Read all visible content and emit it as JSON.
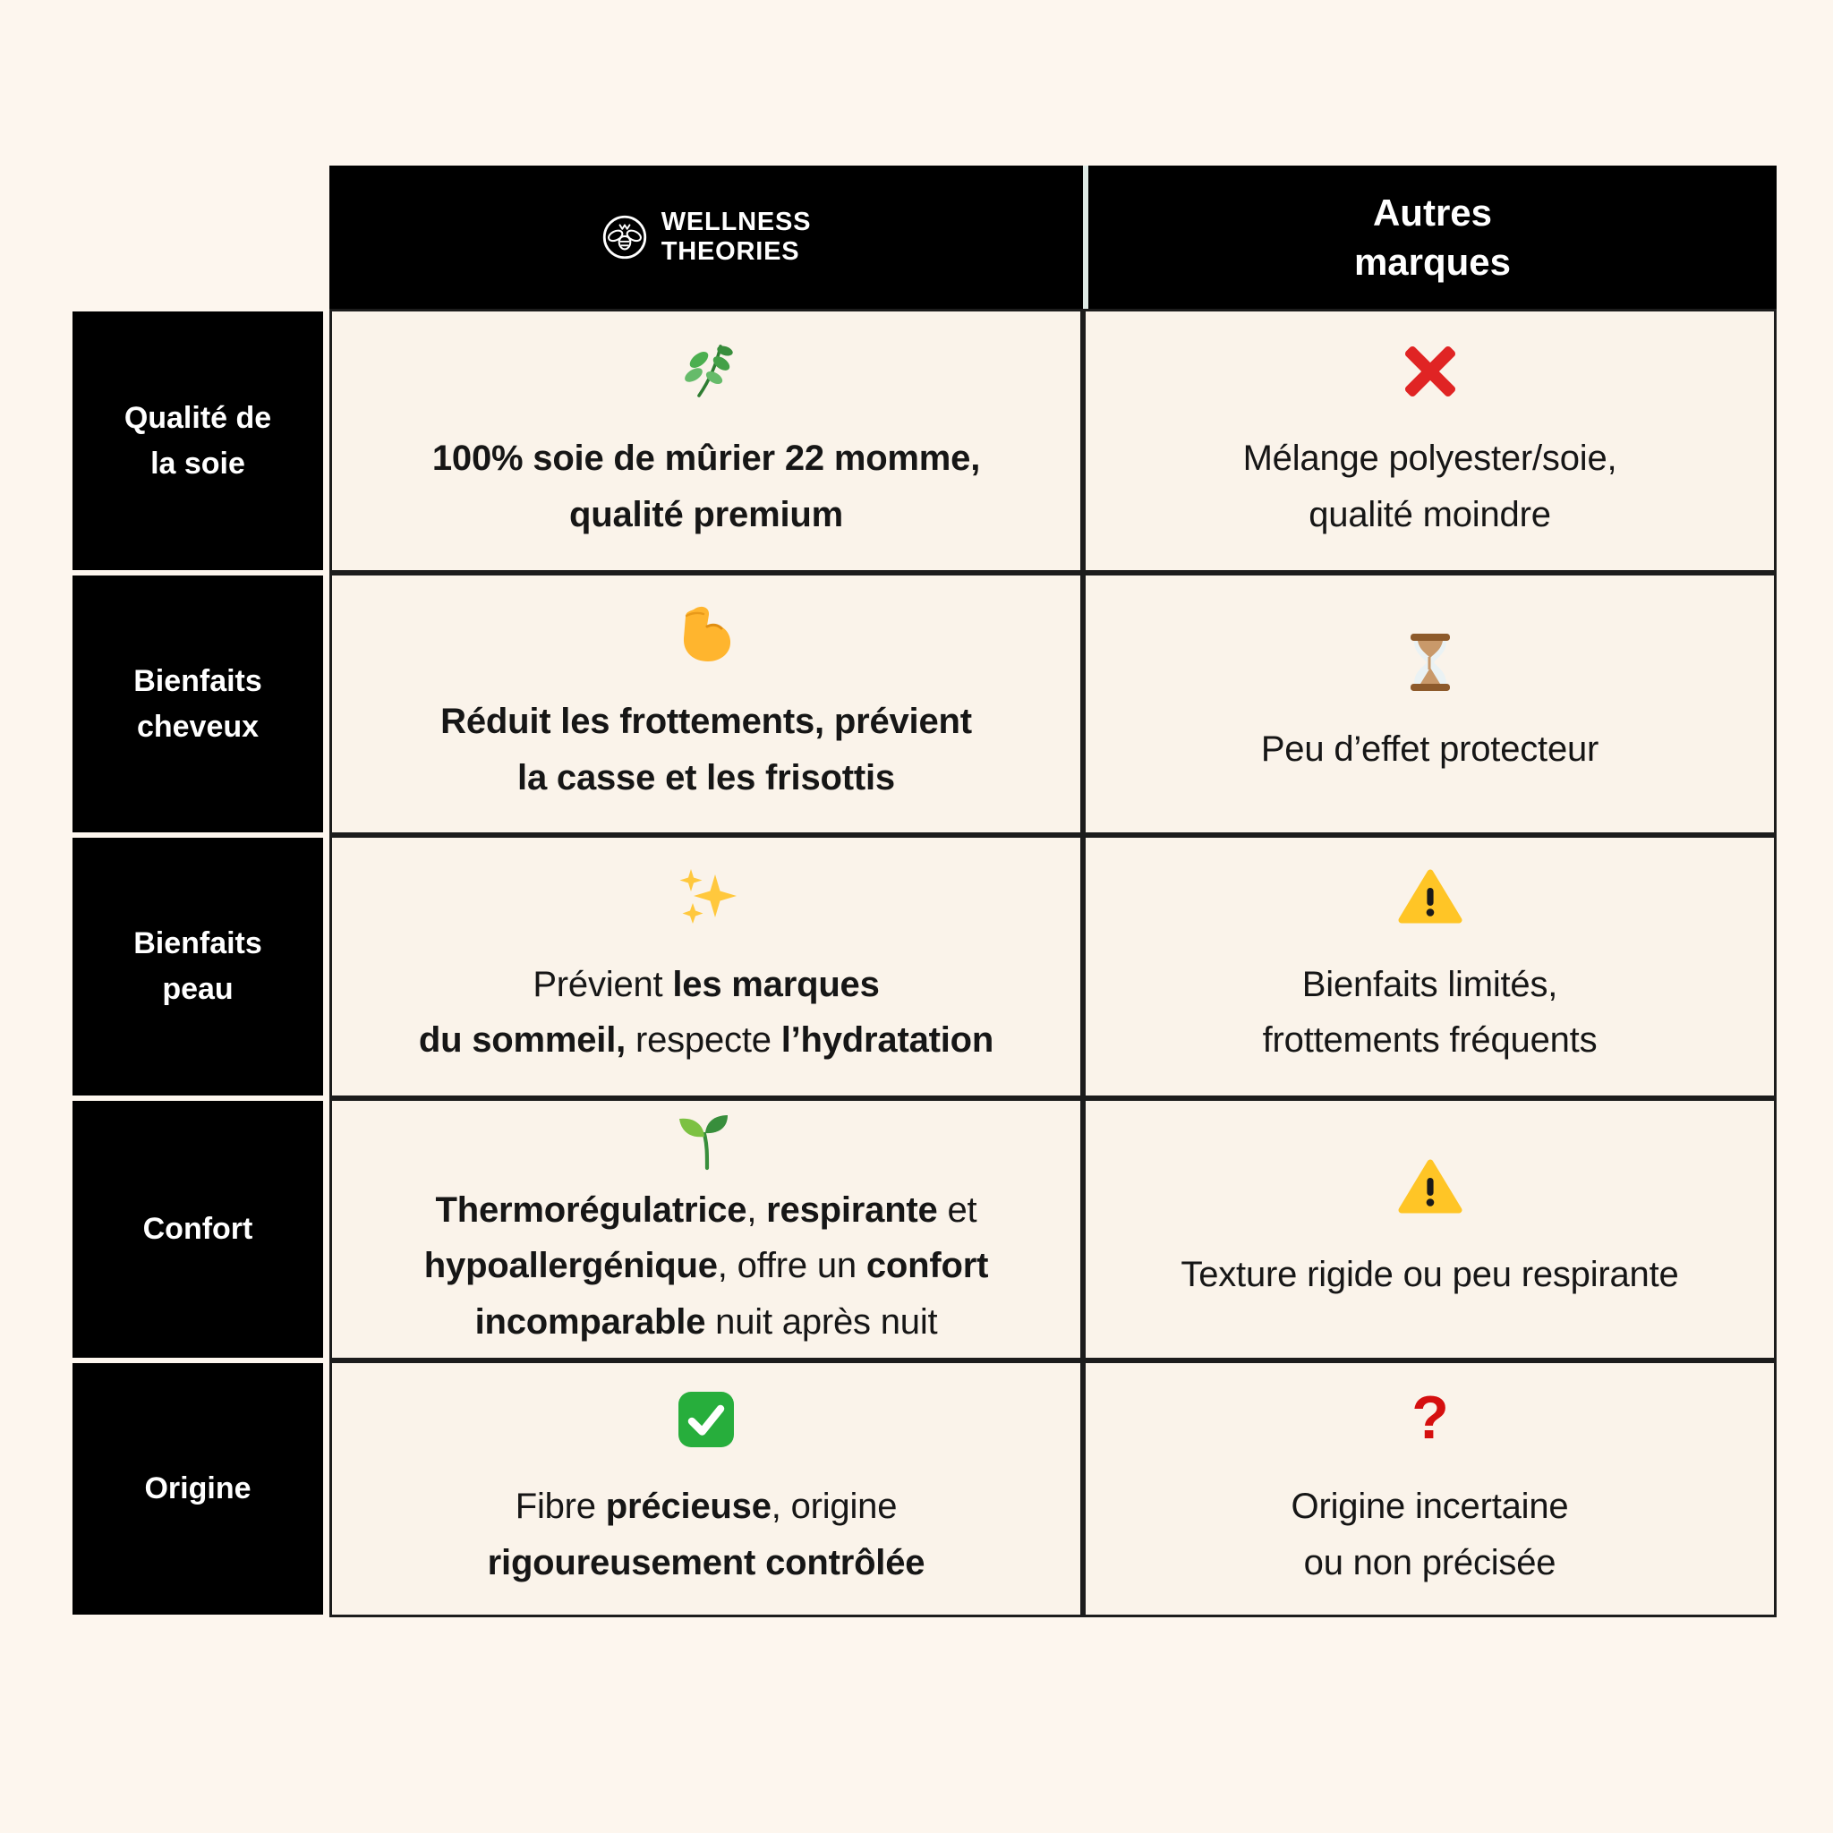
{
  "colors": {
    "background": "#FDF6EE",
    "cell_background": "#FAF3EA",
    "border": "#1C1C1C",
    "header_background": "#000000",
    "header_divider": "#DEE9E4",
    "accent_red": "#E02424",
    "accent_yellow": "#FFC526",
    "accent_green": "#27AE3C"
  },
  "header": {
    "brand": {
      "icon": "bee-logo-icon",
      "name": "WELLNESS\nTHEORIES"
    },
    "competitor": {
      "name": "Autres\nmarques"
    }
  },
  "rows": [
    {
      "label": "Qualité de\nla soie",
      "brand_cell": {
        "icon": "herb-icon",
        "segments": [
          {
            "t": "100% soie de mûrier 22 momme,\nqualité premium",
            "b": true
          }
        ]
      },
      "other_cell": {
        "icon": "cross-mark-icon",
        "segments": [
          {
            "t": "Mélange polyester/soie,\nqualité moindre",
            "b": false
          }
        ]
      }
    },
    {
      "label": "Bienfaits\ncheveux",
      "brand_cell": {
        "icon": "flexed-biceps-icon",
        "segments": [
          {
            "t": "Réduit les frottements, prévient\nla casse et les frisottis",
            "b": true
          }
        ]
      },
      "other_cell": {
        "icon": "hourglass-icon",
        "segments": [
          {
            "t": "Peu d’effet protecteur",
            "b": false
          }
        ]
      }
    },
    {
      "label": "Bienfaits\npeau",
      "brand_cell": {
        "icon": "sparkles-icon",
        "segments": [
          {
            "t": "Prévient ",
            "b": false
          },
          {
            "t": "les marques\ndu sommeil,",
            "b": true
          },
          {
            "t": " respecte ",
            "b": false
          },
          {
            "t": "l’hydratation",
            "b": true
          }
        ]
      },
      "other_cell": {
        "icon": "warning-icon",
        "segments": [
          {
            "t": "Bienfaits limités,\nfrottements fréquents",
            "b": false
          }
        ]
      }
    },
    {
      "label": "Confort",
      "brand_cell": {
        "icon": "seedling-icon",
        "segments": [
          {
            "t": "Thermorégulatrice",
            "b": true
          },
          {
            "t": ", ",
            "b": false
          },
          {
            "t": "respirante",
            "b": true
          },
          {
            "t": " et\n",
            "b": false
          },
          {
            "t": "hypoallergénique",
            "b": true
          },
          {
            "t": ", offre un ",
            "b": false
          },
          {
            "t": "confort\nincomparable",
            "b": true
          },
          {
            "t": " nuit après nuit",
            "b": false
          }
        ]
      },
      "other_cell": {
        "icon": "warning-icon",
        "segments": [
          {
            "t": "Texture rigide ou peu respirante",
            "b": false
          }
        ]
      }
    },
    {
      "label": "Origine",
      "brand_cell": {
        "icon": "check-mark-icon",
        "segments": [
          {
            "t": "Fibre ",
            "b": false
          },
          {
            "t": "précieuse",
            "b": true
          },
          {
            "t": ", origine\n",
            "b": false
          },
          {
            "t": "rigoureusement contrôlée",
            "b": true
          }
        ]
      },
      "other_cell": {
        "icon": "question-mark-icon",
        "segments": [
          {
            "t": "Origine incertaine\nou non précisée",
            "b": false
          }
        ]
      }
    }
  ],
  "chart_data": {
    "type": "table",
    "title": "Comparatif taie d'oreiller en soie : Wellness Theories vs autres marques",
    "columns": [
      "",
      "WELLNESS THEORIES",
      "Autres marques"
    ],
    "rows": [
      [
        "Qualité de la soie",
        "100% soie de mûrier 22 momme, qualité premium",
        "Mélange polyester/soie, qualité moindre"
      ],
      [
        "Bienfaits cheveux",
        "Réduit les frottements, prévient la casse et les frisottis",
        "Peu d’effet protecteur"
      ],
      [
        "Bienfaits peau",
        "Prévient les marques du sommeil, respecte l’hydratation",
        "Bienfaits limités, frottements fréquents"
      ],
      [
        "Confort",
        "Thermorégulatrice, respirante et hypoallergénique, offre un confort incomparable nuit après nuit",
        "Texture rigide ou peu respirante"
      ],
      [
        "Origine",
        "Fibre précieuse, origine rigoureusement contrôlée",
        "Origine incertaine ou non précisée"
      ]
    ],
    "row_icons_brand": [
      "herb",
      "flexed-biceps",
      "sparkles",
      "seedling",
      "check-mark"
    ],
    "row_icons_other": [
      "cross-mark",
      "hourglass",
      "warning",
      "warning",
      "question-mark"
    ]
  }
}
